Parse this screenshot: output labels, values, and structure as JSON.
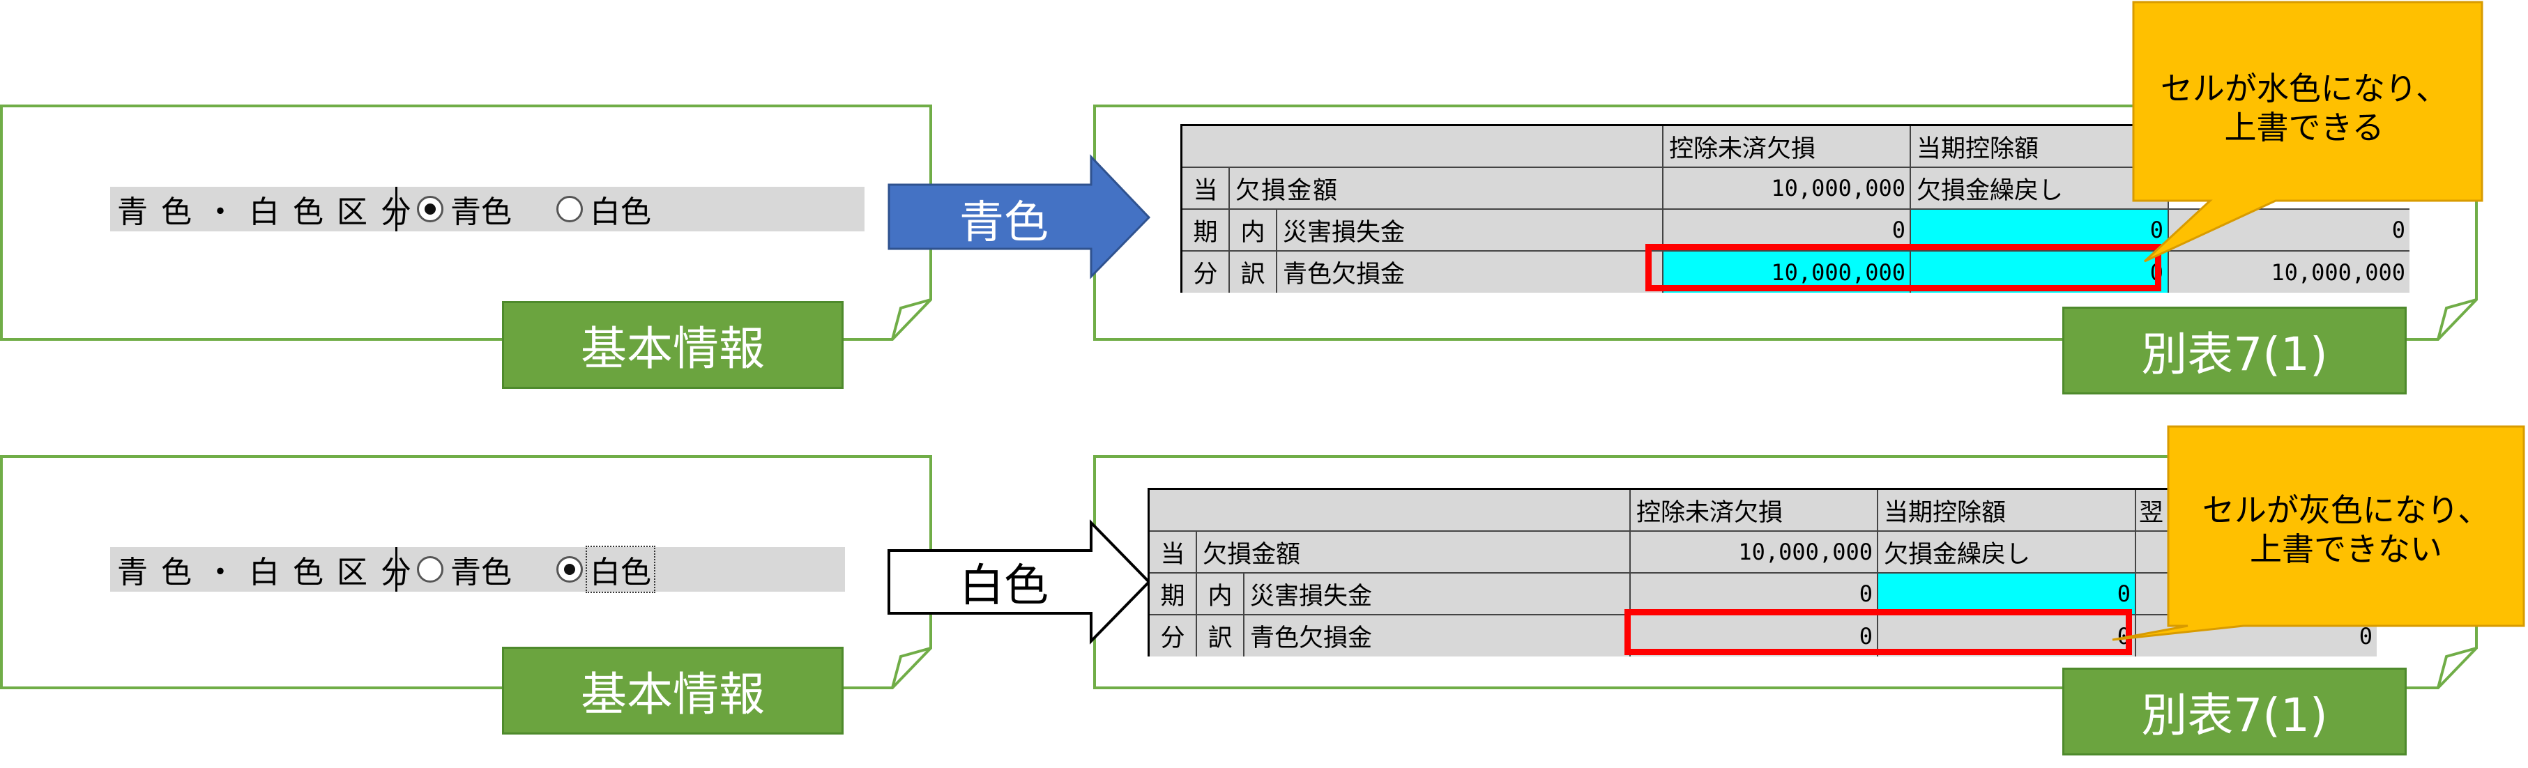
{
  "colors": {
    "green_tag": "#6ba43f",
    "arrow_blue": "#4472c4",
    "cyan_cell": "#00ffff",
    "gray_cell": "#d8d8d8",
    "red_frame": "#ff0000",
    "callout": "#ffc000"
  },
  "panels": [
    {
      "kihon": {
        "classification_label": "青色・白色区分",
        "option_blue": "青色",
        "option_white": "白色",
        "selected": "青色",
        "tag": "基本情報"
      },
      "arrow": {
        "label": "青色",
        "style": "filled-blue"
      },
      "beppyo": {
        "tag": "別表7(1)",
        "col_headers": [
          "控除未済欠損",
          "当期控除額"
        ],
        "side_labels": [
          "当",
          "期",
          "分"
        ],
        "inner_labels": [
          "内",
          "訳"
        ],
        "rows": [
          {
            "label": "欠損金額",
            "values": [
              "10,000,000",
              "欠損金繰戻し"
            ]
          },
          {
            "label": "災害損失金",
            "values": [
              "0",
              "0",
              "0"
            ]
          },
          {
            "label": "青色欠損金",
            "values": [
              "10,000,000",
              "0",
              "10,000,000"
            ]
          }
        ],
        "callout": "セルが水色になり、上書できる"
      }
    },
    {
      "kihon": {
        "classification_label": "青色・白色区分",
        "option_blue": "青色",
        "option_white": "白色",
        "selected": "白色",
        "tag": "基本情報"
      },
      "arrow": {
        "label": "白色",
        "style": "outline-white"
      },
      "beppyo": {
        "tag": "別表7(1)",
        "col_headers": [
          "控除未済欠損",
          "当期控除額",
          "翌"
        ],
        "side_labels": [
          "当",
          "期",
          "分"
        ],
        "inner_labels": [
          "内",
          "訳"
        ],
        "rows": [
          {
            "label": "欠損金額",
            "values": [
              "10,000,000",
              "欠損金繰戻し"
            ]
          },
          {
            "label": "災害損失金",
            "values": [
              "0",
              "0"
            ]
          },
          {
            "label": "青色欠損金",
            "values": [
              "0",
              "0",
              "0"
            ]
          }
        ],
        "callout": "セルが灰色になり、上書できない"
      }
    }
  ]
}
